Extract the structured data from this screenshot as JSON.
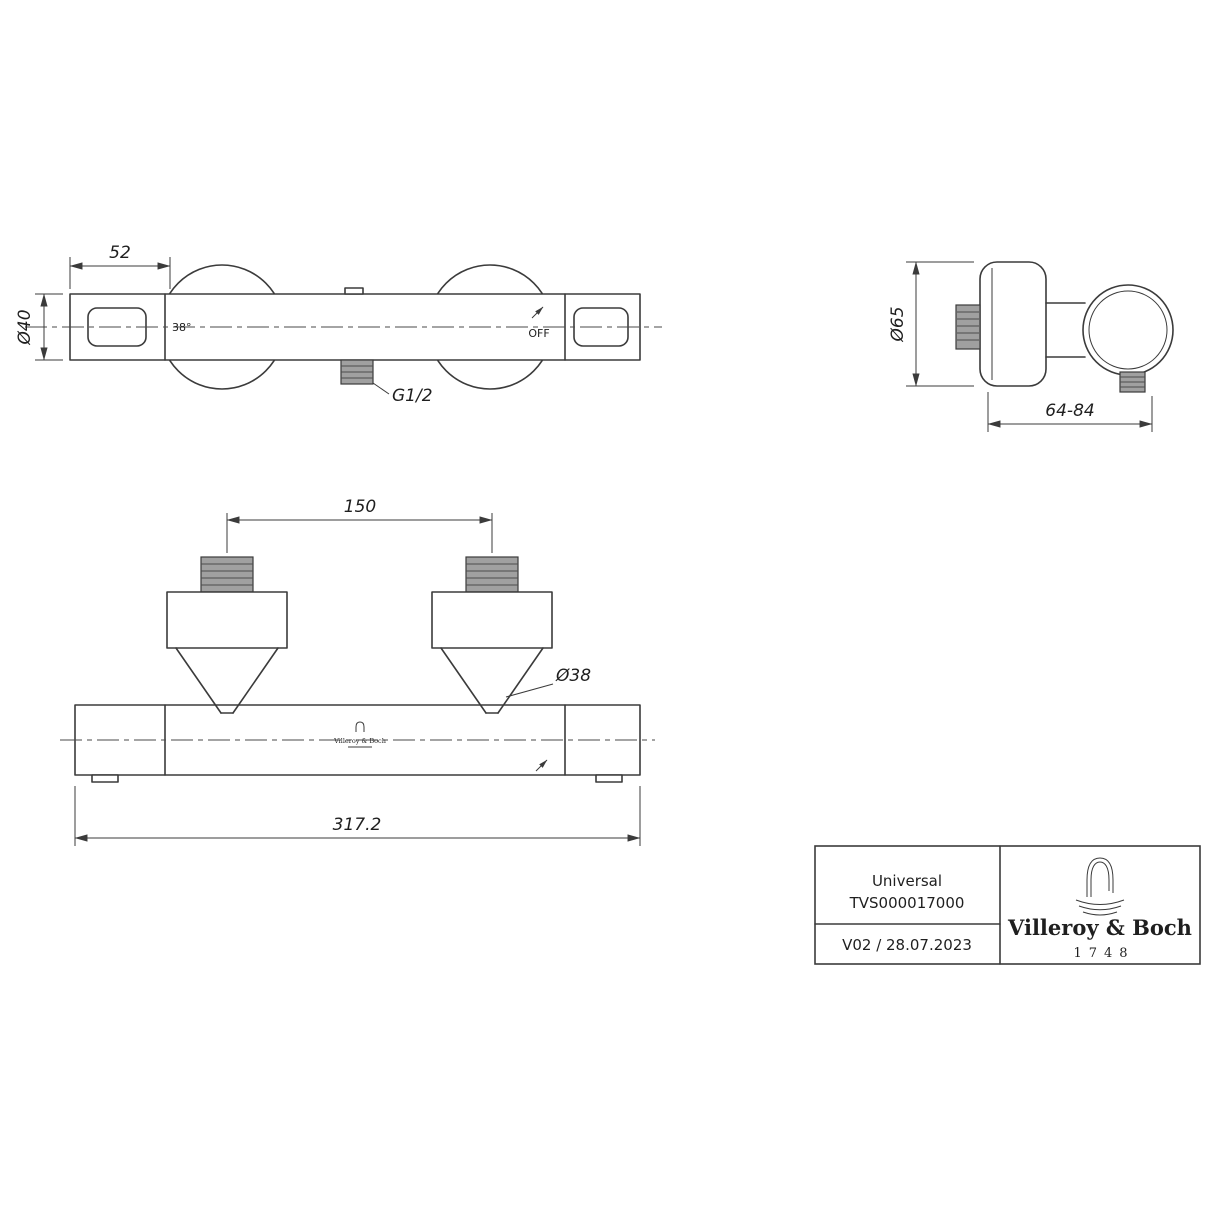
{
  "drawing": {
    "front_view": {
      "dim_end_width": "52",
      "dim_bar_diameter": "Ø40",
      "temperature_label": "38°",
      "off_label": "OFF",
      "thread_label": "G1/2"
    },
    "side_view": {
      "dim_escutcheon_diameter": "Ø65",
      "dim_depth_range": "64-84"
    },
    "top_view": {
      "dim_connection_centers": "150",
      "dim_cone_diameter": "Ø38",
      "dim_overall_length": "317.2",
      "emblem_text": "Villeroy & Boch"
    }
  },
  "title_block": {
    "product_name": "Universal",
    "article_number": "TVS000017000",
    "version_date": "V02 / 28.07.2023",
    "brand_name": "Villeroy & Boch",
    "brand_year": "1748"
  },
  "colors": {
    "line": "#3b3b3b",
    "background": "#ffffff"
  }
}
